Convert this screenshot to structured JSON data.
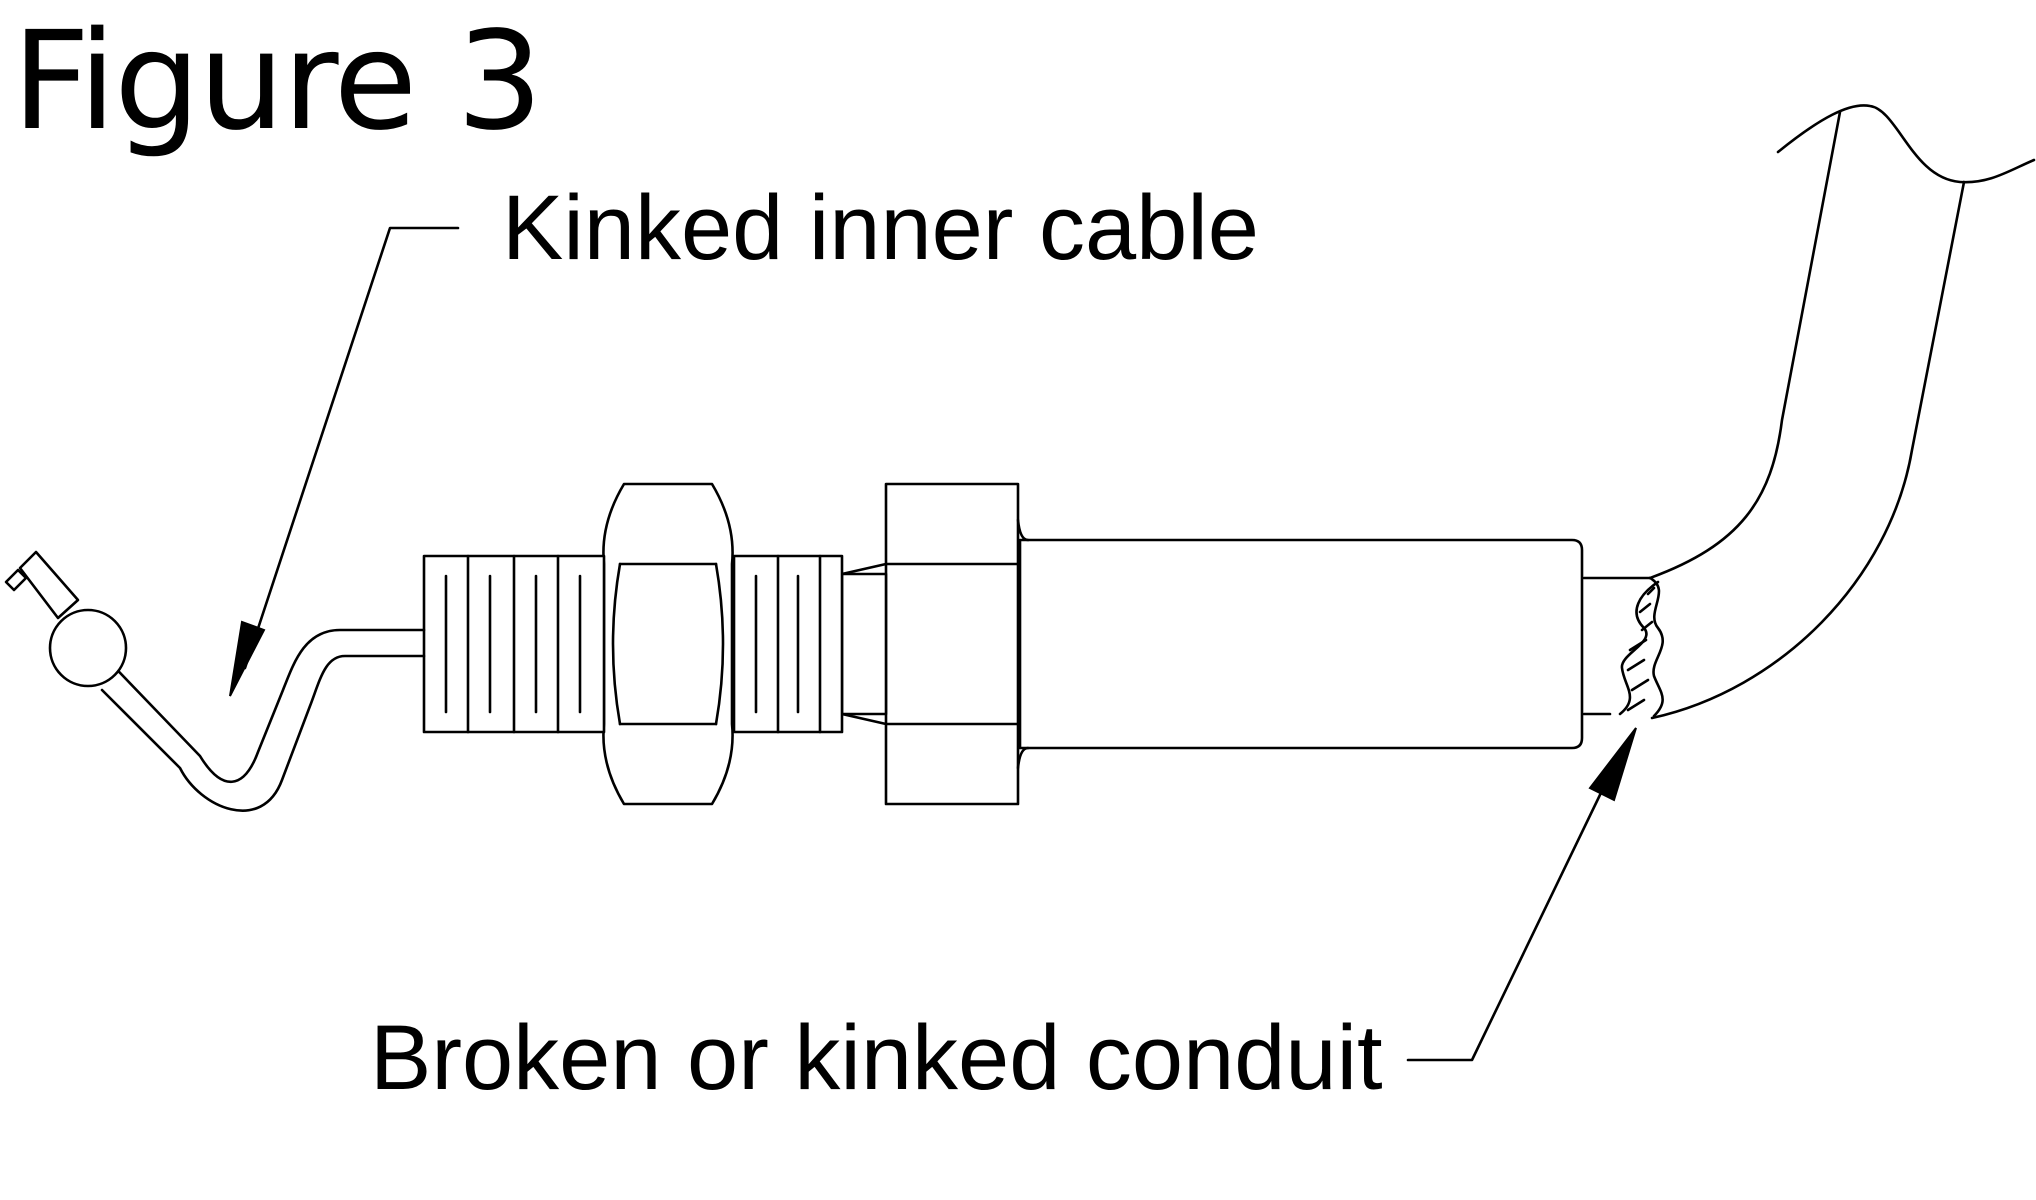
{
  "figure": {
    "title": "Figure 3",
    "labels": {
      "kinked_inner_cable": "Kinked inner cable",
      "broken_conduit": "Broken or kinked conduit"
    }
  },
  "colors": {
    "line": "#000000",
    "background": "#ffffff"
  }
}
